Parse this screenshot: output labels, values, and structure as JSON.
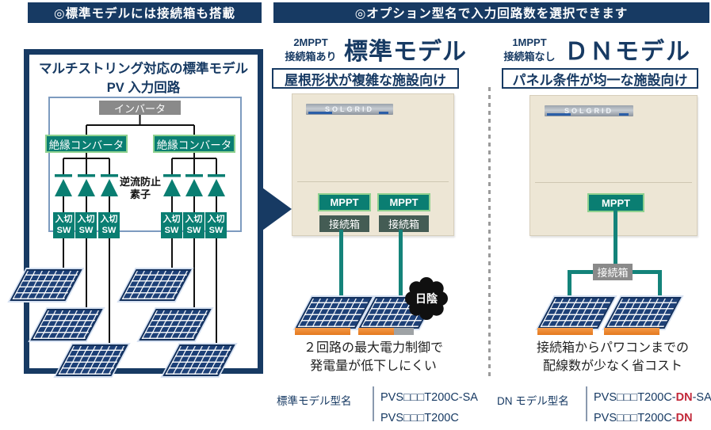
{
  "colors": {
    "navy": "#173A63",
    "teal": "#0A7E72",
    "teal_line": "#14837A",
    "light_green_border": "#8FD18F",
    "junction_dark": "#445C54",
    "gray": "#8A8A8A",
    "inverter_beige": "#EDE6D5",
    "panel_navy": "#1D4077",
    "orange": "#E4791F",
    "bar_gray": "#9FA3A6",
    "dn_red": "#C2293A"
  },
  "header_left": {
    "text": "◎標準モデルには接続箱も搭載"
  },
  "header_right": {
    "text": "◎オプション型名で入力回路数を選択できます"
  },
  "left_panel": {
    "title_line1": "マルチストリング対応の標準モデル",
    "title_line2": "PV 入力回路",
    "inverter_label": "インバータ",
    "converter_label": "絶縁コンバータ",
    "diode_label_line1": "逆流防止",
    "diode_label_line2": "素子",
    "sw_line1": "入切",
    "sw_line2": "SW"
  },
  "standard_model": {
    "mppt_count": "2MPPT",
    "junction_note": "接続箱あり",
    "model_name": "標準モデル",
    "catch": "屋根形状が複雑な施設向け",
    "brand": "SOLGRID",
    "mppt_label": "MPPT",
    "junction_label": "接続箱",
    "shade_badge": "日陰",
    "caption_line1": "２回路の最大電力制御で",
    "caption_line2": "発電量が低下しにくい"
  },
  "dn_model": {
    "mppt_count": "1MPPT",
    "junction_note": "接続箱なし",
    "model_name": "ＤＮモデル",
    "catch": "パネル条件が均一な施設向け",
    "brand": "SOLGRID",
    "mppt_label": "MPPT",
    "junction_label": "接続箱",
    "caption_line1": "接続箱からパワコンまでの",
    "caption_line2": "配線数が少なく省コスト"
  },
  "model_names": {
    "standard_label": "標準モデル型名",
    "standard_models": [
      "PVS□□□T200C-SA",
      "PVS□□□T200C"
    ],
    "dn_label": "DN モデル型名",
    "dn_models": [
      {
        "pre": "PVS□□□T200C-",
        "dn": "DN",
        "post": "-SA"
      },
      {
        "pre": "PVS□□□T200C-",
        "dn": "DN",
        "post": ""
      }
    ]
  }
}
